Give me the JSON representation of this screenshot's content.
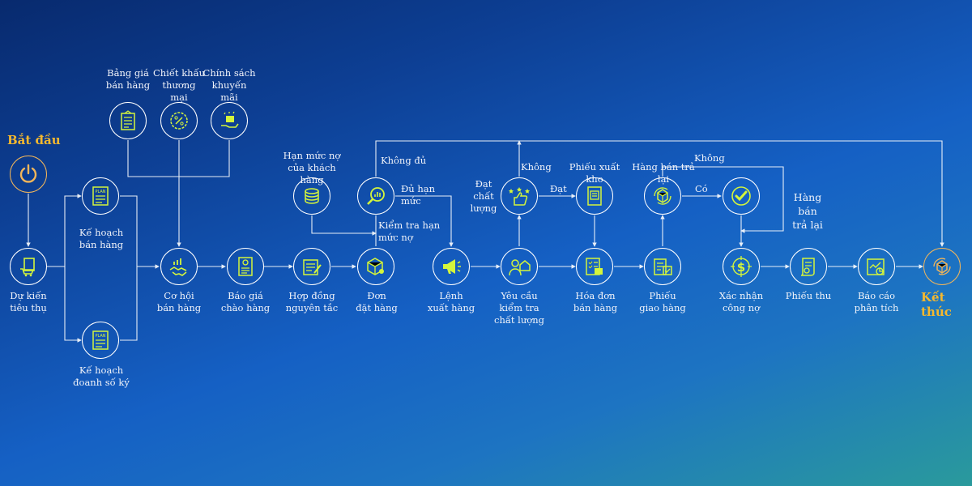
{
  "start_label": "Bắt đầu",
  "end_label": "Kết thúc",
  "nodes": {
    "du_kien": "Dự kiến\ntiêu thụ",
    "ke_hoach_ban_hang": "Kế hoạch\nbán hàng",
    "ke_hoach_doanh_so": "Kế hoạch\nđoanh số ký",
    "bang_gia": "Bảng giá\nbán hàng",
    "chiet_khau": "Chiết khấu\nthương mại",
    "chinh_sach": "Chính sách\nkhuyến mãi",
    "co_hoi": "Cơ hội\nbán hàng",
    "bao_gia": "Báo giá\nchào hàng",
    "hop_dong": "Hợp đồng\nnguyên tắc",
    "han_muc": "Hạn mức nợ\ncủa khách hàng",
    "don_dat_hang": "Đơn\nđặt hàng",
    "kiem_tra_han_muc": "Kiểm tra hạn\nmức nợ",
    "lenh_xuat": "Lệnh\nxuất hàng",
    "yeu_cau": "Yêu cầu\nkiểm tra\nchất lượng",
    "hoa_don": "Hóa đơn\nbán hàng",
    "phieu_giao": "Phiếu\ngiao hàng",
    "xac_nhan": "Xác nhận\ncông nợ",
    "phieu_thu": "Phiếu thu",
    "bao_cao": "Báo cáo\nphân tích",
    "phieu_xuat_kho": "Phiếu xuất kho",
    "hang_ban_tra_lai_top": "Hàng bán trả lại",
    "hang_ban_tra_lai_side": "Hàng bán\ntrả lại"
  },
  "edges": {
    "khong_du": "Không đủ",
    "du_han_muc": "Đủ hạn mức",
    "dat_chat_luong": "Đạt\nchất\nlượng",
    "khong_1": "Không",
    "dat": "Đạt",
    "co": "Có",
    "khong_2": "Không"
  },
  "colors": {
    "accent": "#f5b82e",
    "icon": "#d4f53c",
    "line": "#ffffff"
  }
}
